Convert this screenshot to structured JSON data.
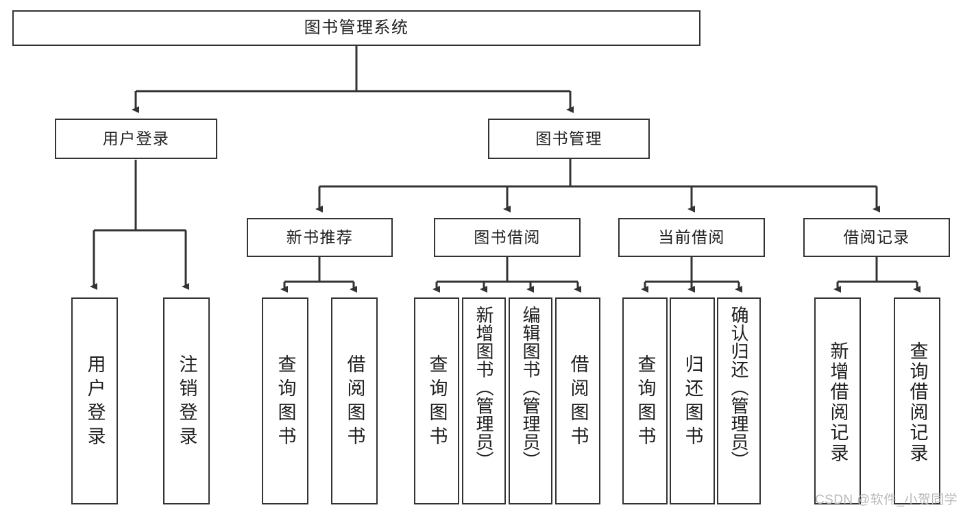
{
  "diagram": {
    "title": "图书管理系统",
    "type": "tree-hierarchy",
    "stroke_color": "#333333",
    "fill_color": "#ffffff",
    "text_color": "#1f1f1f",
    "root": {
      "label": "图书管理系统"
    },
    "level2": [
      {
        "label": "用户登录"
      },
      {
        "label": "图书管理"
      }
    ],
    "level3": [
      {
        "label": "新书推荐"
      },
      {
        "label": "图书借阅"
      },
      {
        "label": "当前借阅"
      },
      {
        "label": "借阅记录"
      }
    ],
    "leaves": {
      "user_login": [
        {
          "label": "用户登录"
        },
        {
          "label": "注销登录"
        }
      ],
      "new_book_recommend": [
        {
          "label": "查询图书"
        },
        {
          "label": "借阅图书"
        }
      ],
      "book_borrow": [
        {
          "label": "查询图书"
        },
        {
          "label": "新增图书（管理员）"
        },
        {
          "label": "编辑图书（管理员）"
        },
        {
          "label": "借阅图书"
        }
      ],
      "current_borrow": [
        {
          "label": "查询图书"
        },
        {
          "label": "归还图书"
        },
        {
          "label": "确认归还（管理员）"
        }
      ],
      "borrow_record": [
        {
          "label": "新增借阅记录"
        },
        {
          "label": "查询借阅记录"
        }
      ]
    }
  },
  "watermark": {
    "text": "CSDN @软件_小贺同学"
  }
}
